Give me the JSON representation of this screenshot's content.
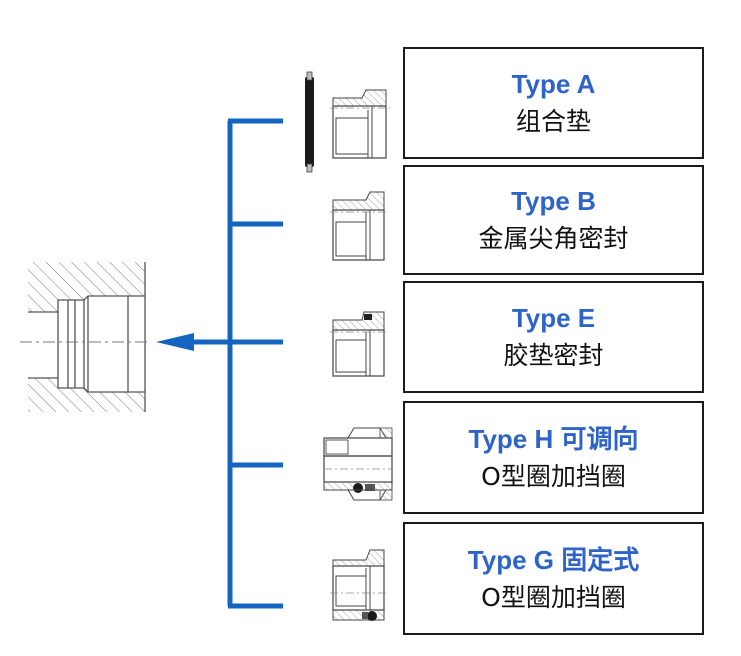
{
  "diagram": {
    "connector_color": "#1565c0",
    "title_color": "#2e64c7",
    "types": [
      {
        "title": "Type A",
        "desc": "组合垫",
        "drawing": "fitting-bonded-seal-drawing"
      },
      {
        "title": "Type B",
        "desc": "金属尖角密封",
        "drawing": "fitting-cutting-edge-drawing"
      },
      {
        "title": "Type E",
        "desc": "胶垫密封",
        "drawing": "fitting-elastomer-seal-drawing"
      },
      {
        "title": "Type H 可调向",
        "desc": "O型圈加挡圈",
        "drawing": "fitting-adjustable-oring-drawing"
      },
      {
        "title": "Type G 固定式",
        "desc": "O型圈加挡圈",
        "drawing": "fitting-fixed-oring-drawing"
      }
    ]
  }
}
